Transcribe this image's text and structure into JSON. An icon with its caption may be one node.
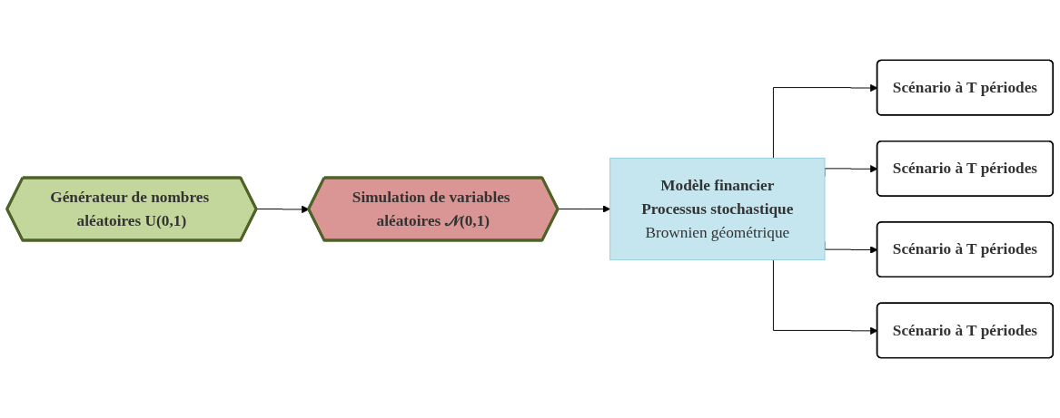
{
  "diagram": {
    "nodes": [
      {
        "text": [
          "Générateur de nombres aléatoires U(0,1)"
        ]
      },
      {
        "text": [
          "Simulation de variables aléatoires 𝒩(0,1)"
        ]
      },
      {
        "text": [
          "Modèle financier",
          "Processus stochastique",
          "Brownien géométrique"
        ]
      },
      {
        "text": [
          "Scénario à T périodes"
        ]
      },
      {
        "text": [
          "Scénario à T périodes"
        ]
      },
      {
        "text": [
          "Scénario à T périodes"
        ]
      },
      {
        "text": [
          "Scénario à T périodes"
        ]
      }
    ],
    "edges": [
      {
        "from": 0,
        "to": 1,
        "arrow": "to"
      },
      {
        "from": 1,
        "to": 2,
        "arrow": "to"
      },
      {
        "from": 2,
        "to": 3,
        "arrow": "to"
      },
      {
        "from": 2,
        "to": 4,
        "arrow": "to"
      },
      {
        "from": 2,
        "to": 5,
        "arrow": "to"
      },
      {
        "from": 2,
        "to": 6,
        "arrow": "to"
      }
    ]
  }
}
